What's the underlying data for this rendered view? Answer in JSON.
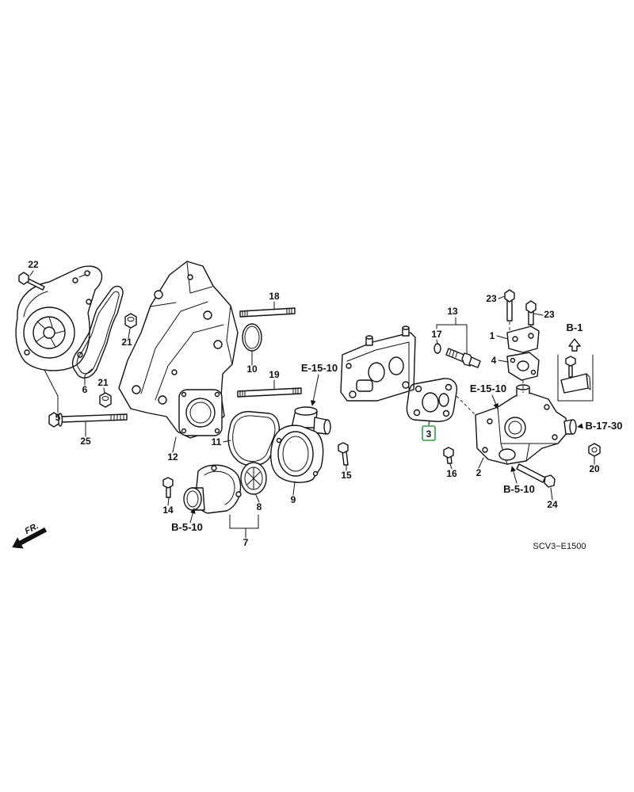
{
  "diagram": {
    "part_numbers": {
      "n1": "1",
      "n2": "2",
      "n3": "3",
      "n4": "4",
      "n5": "5",
      "n6": "6",
      "n7": "7",
      "n8": "8",
      "n9": "9",
      "n10": "10",
      "n11": "11",
      "n12": "12",
      "n13": "13",
      "n14": "14",
      "n15": "15",
      "n16": "16",
      "n17": "17",
      "n18": "18",
      "n19": "19",
      "n20": "20",
      "n21_upper": "21",
      "n21_lower": "21",
      "n22": "22",
      "n23_left": "23",
      "n23_right": "23",
      "n24": "24",
      "n25": "25"
    },
    "references": {
      "e15_10_thermostat": "E-15-10",
      "e15_10_housing": "E-15-10",
      "b5_10_thermostat": "B-5-10",
      "b5_10_housing": "B-5-10",
      "b17_30": "B-17-30",
      "b1": "B-1"
    },
    "direction_label": "FR.",
    "drawing_code": "SCV3−E1500",
    "highlight": {
      "color": "#2f9e3f"
    }
  }
}
